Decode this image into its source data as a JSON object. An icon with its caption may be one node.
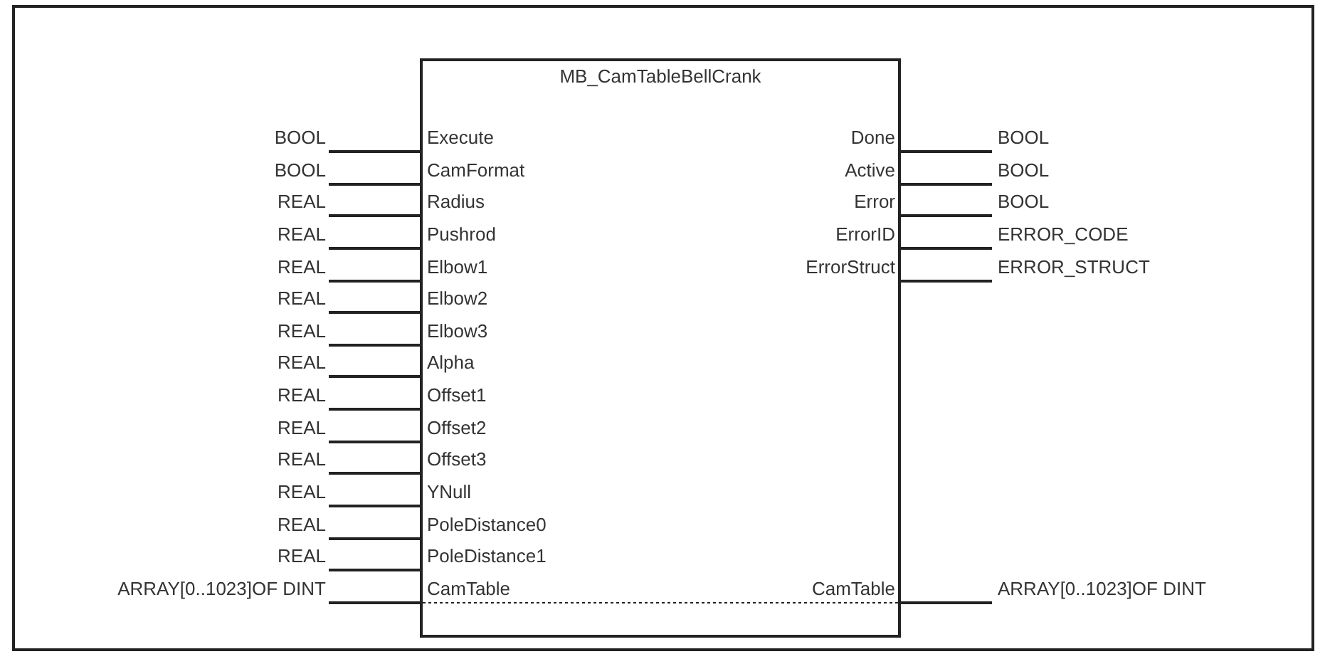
{
  "diagram": {
    "nodes": [
      {
        "text": [
          "MB_CamTableBellCrank"
        ]
      },
      {
        "text": [
          "BOOL"
        ]
      },
      {
        "text": [
          "BOOL"
        ]
      },
      {
        "text": [
          "REAL"
        ]
      },
      {
        "text": [
          "REAL"
        ]
      },
      {
        "text": [
          "REAL"
        ]
      },
      {
        "text": [
          "REAL"
        ]
      },
      {
        "text": [
          "REAL"
        ]
      },
      {
        "text": [
          "REAL"
        ]
      },
      {
        "text": [
          "REAL"
        ]
      },
      {
        "text": [
          "REAL"
        ]
      },
      {
        "text": [
          "REAL"
        ]
      },
      {
        "text": [
          "REAL"
        ]
      },
      {
        "text": [
          "REAL"
        ]
      },
      {
        "text": [
          "REAL"
        ]
      },
      {
        "text": [
          "ARRAY[0..1023]OF DINT"
        ]
      },
      {
        "text": [
          "Execute"
        ],
        "in": 0
      },
      {
        "text": [
          "CamFormat"
        ],
        "in": 0
      },
      {
        "text": [
          "Radius"
        ],
        "in": 0
      },
      {
        "text": [
          "Pushrod"
        ],
        "in": 0
      },
      {
        "text": [
          "Elbow1"
        ],
        "in": 0
      },
      {
        "text": [
          "Elbow2"
        ],
        "in": 0
      },
      {
        "text": [
          "Elbow3"
        ],
        "in": 0
      },
      {
        "text": [
          "Alpha"
        ],
        "in": 0
      },
      {
        "text": [
          "Offset1"
        ],
        "in": 0
      },
      {
        "text": [
          "Offset2"
        ],
        "in": 0
      },
      {
        "text": [
          "Offset3"
        ],
        "in": 0
      },
      {
        "text": [
          "YNull"
        ],
        "in": 0
      },
      {
        "text": [
          "PoleDistance0"
        ],
        "in": 0
      },
      {
        "text": [
          "PoleDistance1"
        ],
        "in": 0
      },
      {
        "text": [
          "CamTable"
        ],
        "in": 0
      },
      {
        "text": [
          "Done"
        ],
        "in": 0
      },
      {
        "text": [
          "Active"
        ],
        "in": 0
      },
      {
        "text": [
          "Error"
        ],
        "in": 0
      },
      {
        "text": [
          "ErrorID"
        ],
        "in": 0
      },
      {
        "text": [
          "ErrorStruct"
        ],
        "in": 0
      },
      {
        "text": [
          "CamTable"
        ],
        "in": 0
      },
      {
        "text": [
          "BOOL"
        ]
      },
      {
        "text": [
          "BOOL"
        ]
      },
      {
        "text": [
          "BOOL"
        ]
      },
      {
        "text": [
          "ERROR_CODE"
        ]
      },
      {
        "text": [
          "ERROR_STRUCT"
        ]
      },
      {
        "text": [
          "ARRAY[0..1023]OF DINT"
        ]
      }
    ],
    "edges": [
      {
        "from": 1,
        "to": 16,
        "arrow": "none"
      },
      {
        "from": 2,
        "to": 17,
        "arrow": "none"
      },
      {
        "from": 3,
        "to": 18,
        "arrow": "none"
      },
      {
        "from": 4,
        "to": 19,
        "arrow": "none"
      },
      {
        "from": 5,
        "to": 20,
        "arrow": "none"
      },
      {
        "from": 6,
        "to": 21,
        "arrow": "none"
      },
      {
        "from": 7,
        "to": 22,
        "arrow": "none"
      },
      {
        "from": 8,
        "to": 23,
        "arrow": "none"
      },
      {
        "from": 9,
        "to": 24,
        "arrow": "none"
      },
      {
        "from": 10,
        "to": 25,
        "arrow": "none"
      },
      {
        "from": 11,
        "to": 26,
        "arrow": "none"
      },
      {
        "from": 12,
        "to": 27,
        "arrow": "none"
      },
      {
        "from": 13,
        "to": 28,
        "arrow": "none"
      },
      {
        "from": 14,
        "to": 29,
        "arrow": "none"
      },
      {
        "from": 15,
        "to": 30,
        "arrow": "none"
      },
      {
        "from": 31,
        "to": 37,
        "arrow": "none"
      },
      {
        "from": 32,
        "to": 38,
        "arrow": "none"
      },
      {
        "from": 33,
        "to": 39,
        "arrow": "none"
      },
      {
        "from": 34,
        "to": 40,
        "arrow": "none"
      },
      {
        "from": 35,
        "to": 41,
        "arrow": "none"
      },
      {
        "from": 36,
        "to": 42,
        "arrow": "none"
      },
      {
        "from": 30,
        "to": 36,
        "arrow": "none",
        "style": "dashed"
      }
    ]
  }
}
